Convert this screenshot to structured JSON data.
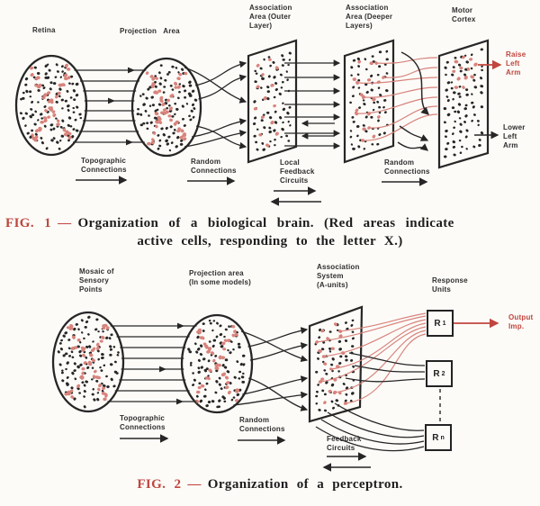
{
  "colors": {
    "accent_red": "#c0463e",
    "soft_red": "#d8837c",
    "ink": "#262626",
    "label_ink": "#2e2e2e",
    "paper": "#fcfbf8"
  },
  "fig1": {
    "panel_labels": {
      "retina": "Retina",
      "projection_area": "Projection Area",
      "association_outer": "Association\nArea (Outer\nLayer)",
      "association_deeper": "Association\nArea (Deeper\nLayers)",
      "motor_cortex": "Motor\nCortex"
    },
    "output_labels": {
      "raise": "Raise\nLeft\nArm",
      "lower": "Lower\nLeft\nArm"
    },
    "connection_labels": {
      "topographic": "Topographic\nConnections",
      "random_1": "Random\nConnections",
      "local_feedback": "Local\nFeedback\nCircuits",
      "random_2": "Random\nConnections"
    },
    "caption": {
      "fig": "FIG. 1",
      "dash": "—",
      "line1": "Organization of a biological brain.  (Red areas indicate",
      "line2": "active cells, responding to the letter X.)"
    }
  },
  "fig2": {
    "panel_labels": {
      "mosaic": "Mosaic of\nSensory\nPoints",
      "projection_area": "Projection area\n(In some models)",
      "association_system": "Association\nSystem\n(A-units)",
      "response_units": "Response\nUnits"
    },
    "response_units": [
      {
        "base": "R",
        "sub": "1"
      },
      {
        "base": "R",
        "sub": "2"
      },
      {
        "base": "R",
        "sub": "n"
      }
    ],
    "output_label": "Output\nImp.",
    "connection_labels": {
      "topographic": "Topographic\nConnections",
      "random": "Random\nConnections",
      "feedback": "Feedback\nCircuits"
    },
    "caption": {
      "fig": "FIG. 2",
      "dash": "—",
      "text": "Organization of a perceptron."
    }
  }
}
